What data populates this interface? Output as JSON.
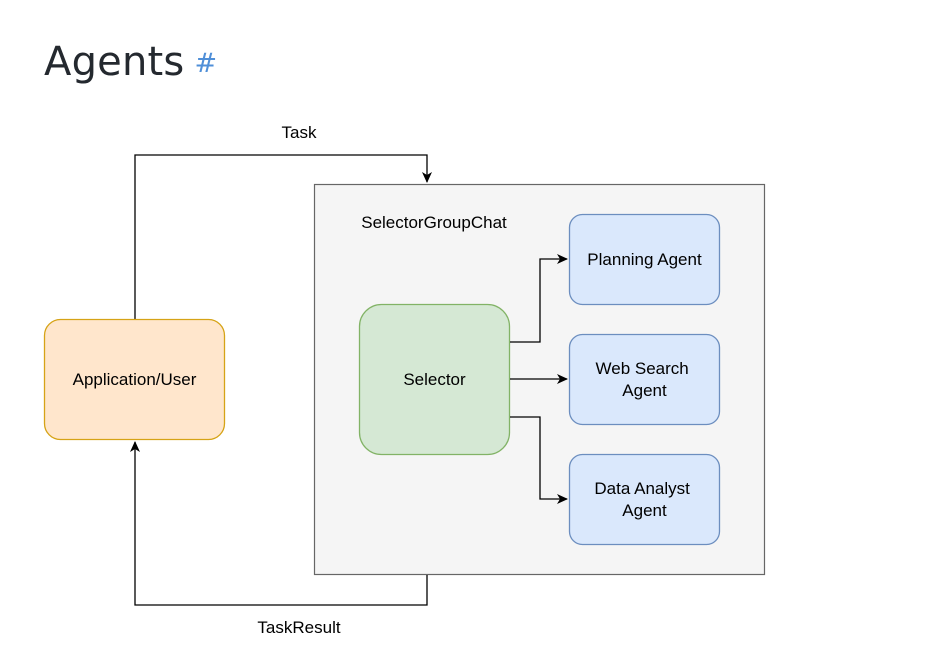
{
  "page": {
    "heading": "Agents",
    "anchor": "#"
  },
  "diagram": {
    "edge_labels": {
      "task": "Task",
      "task_result": "TaskResult"
    },
    "container": {
      "label": "SelectorGroupChat"
    },
    "nodes": {
      "app_user": "Application/User",
      "selector": "Selector",
      "planning": "Planning Agent",
      "web_search": [
        "Web Search",
        "Agent"
      ],
      "data_analyst": [
        "Data Analyst",
        "Agent"
      ]
    },
    "colors": {
      "app_user_fill": "#ffe6cc",
      "app_user_stroke": "#d6a316",
      "selector_fill": "#d5e8d4",
      "selector_stroke": "#82b366",
      "agent_fill": "#dae8fc",
      "agent_stroke": "#6c8ebf",
      "container_fill": "#f5f5f5",
      "container_stroke": "#666666"
    }
  }
}
